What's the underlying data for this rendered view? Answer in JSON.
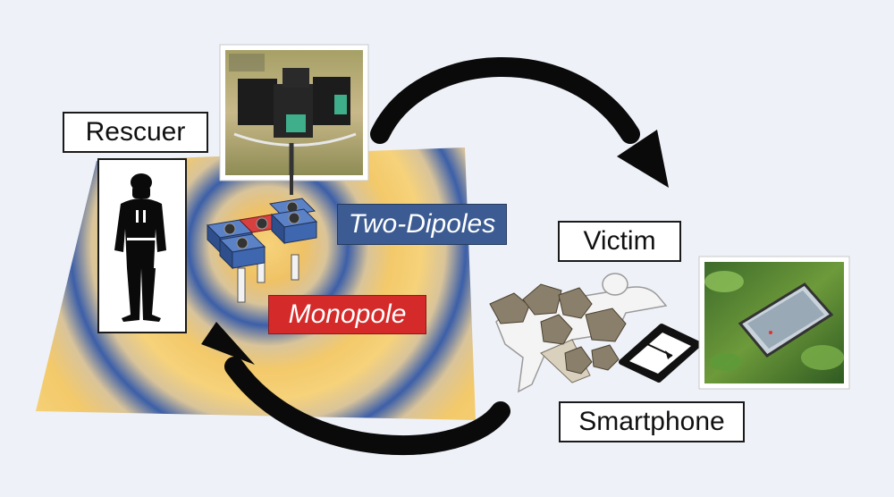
{
  "labels": {
    "rescuer": "Rescuer",
    "victim": "Victim",
    "smartphone": "Smartphone",
    "two_dipoles": "Two-Dipoles",
    "monopole": "Monopole"
  },
  "colors": {
    "background": "#eef1f7",
    "wave_yellow": "#f3c96a",
    "wave_blue": "#3c5fa8",
    "two_dipoles_tag": "#3b5b92",
    "monopole_tag": "#d42a2a",
    "speaker_box": "#3f67b0",
    "speaker_box_center": "#d84040",
    "arrow": "#0a0a0a"
  },
  "icons": {
    "rescuer": "firefighter-silhouette-icon",
    "victim": "lying-person-under-rubble-icon",
    "smartphone": "smartphone-icon",
    "array": "speaker-array-icon",
    "arrow_top": "curved-arrow-icon",
    "arrow_bottom": "curved-arrow-icon"
  }
}
